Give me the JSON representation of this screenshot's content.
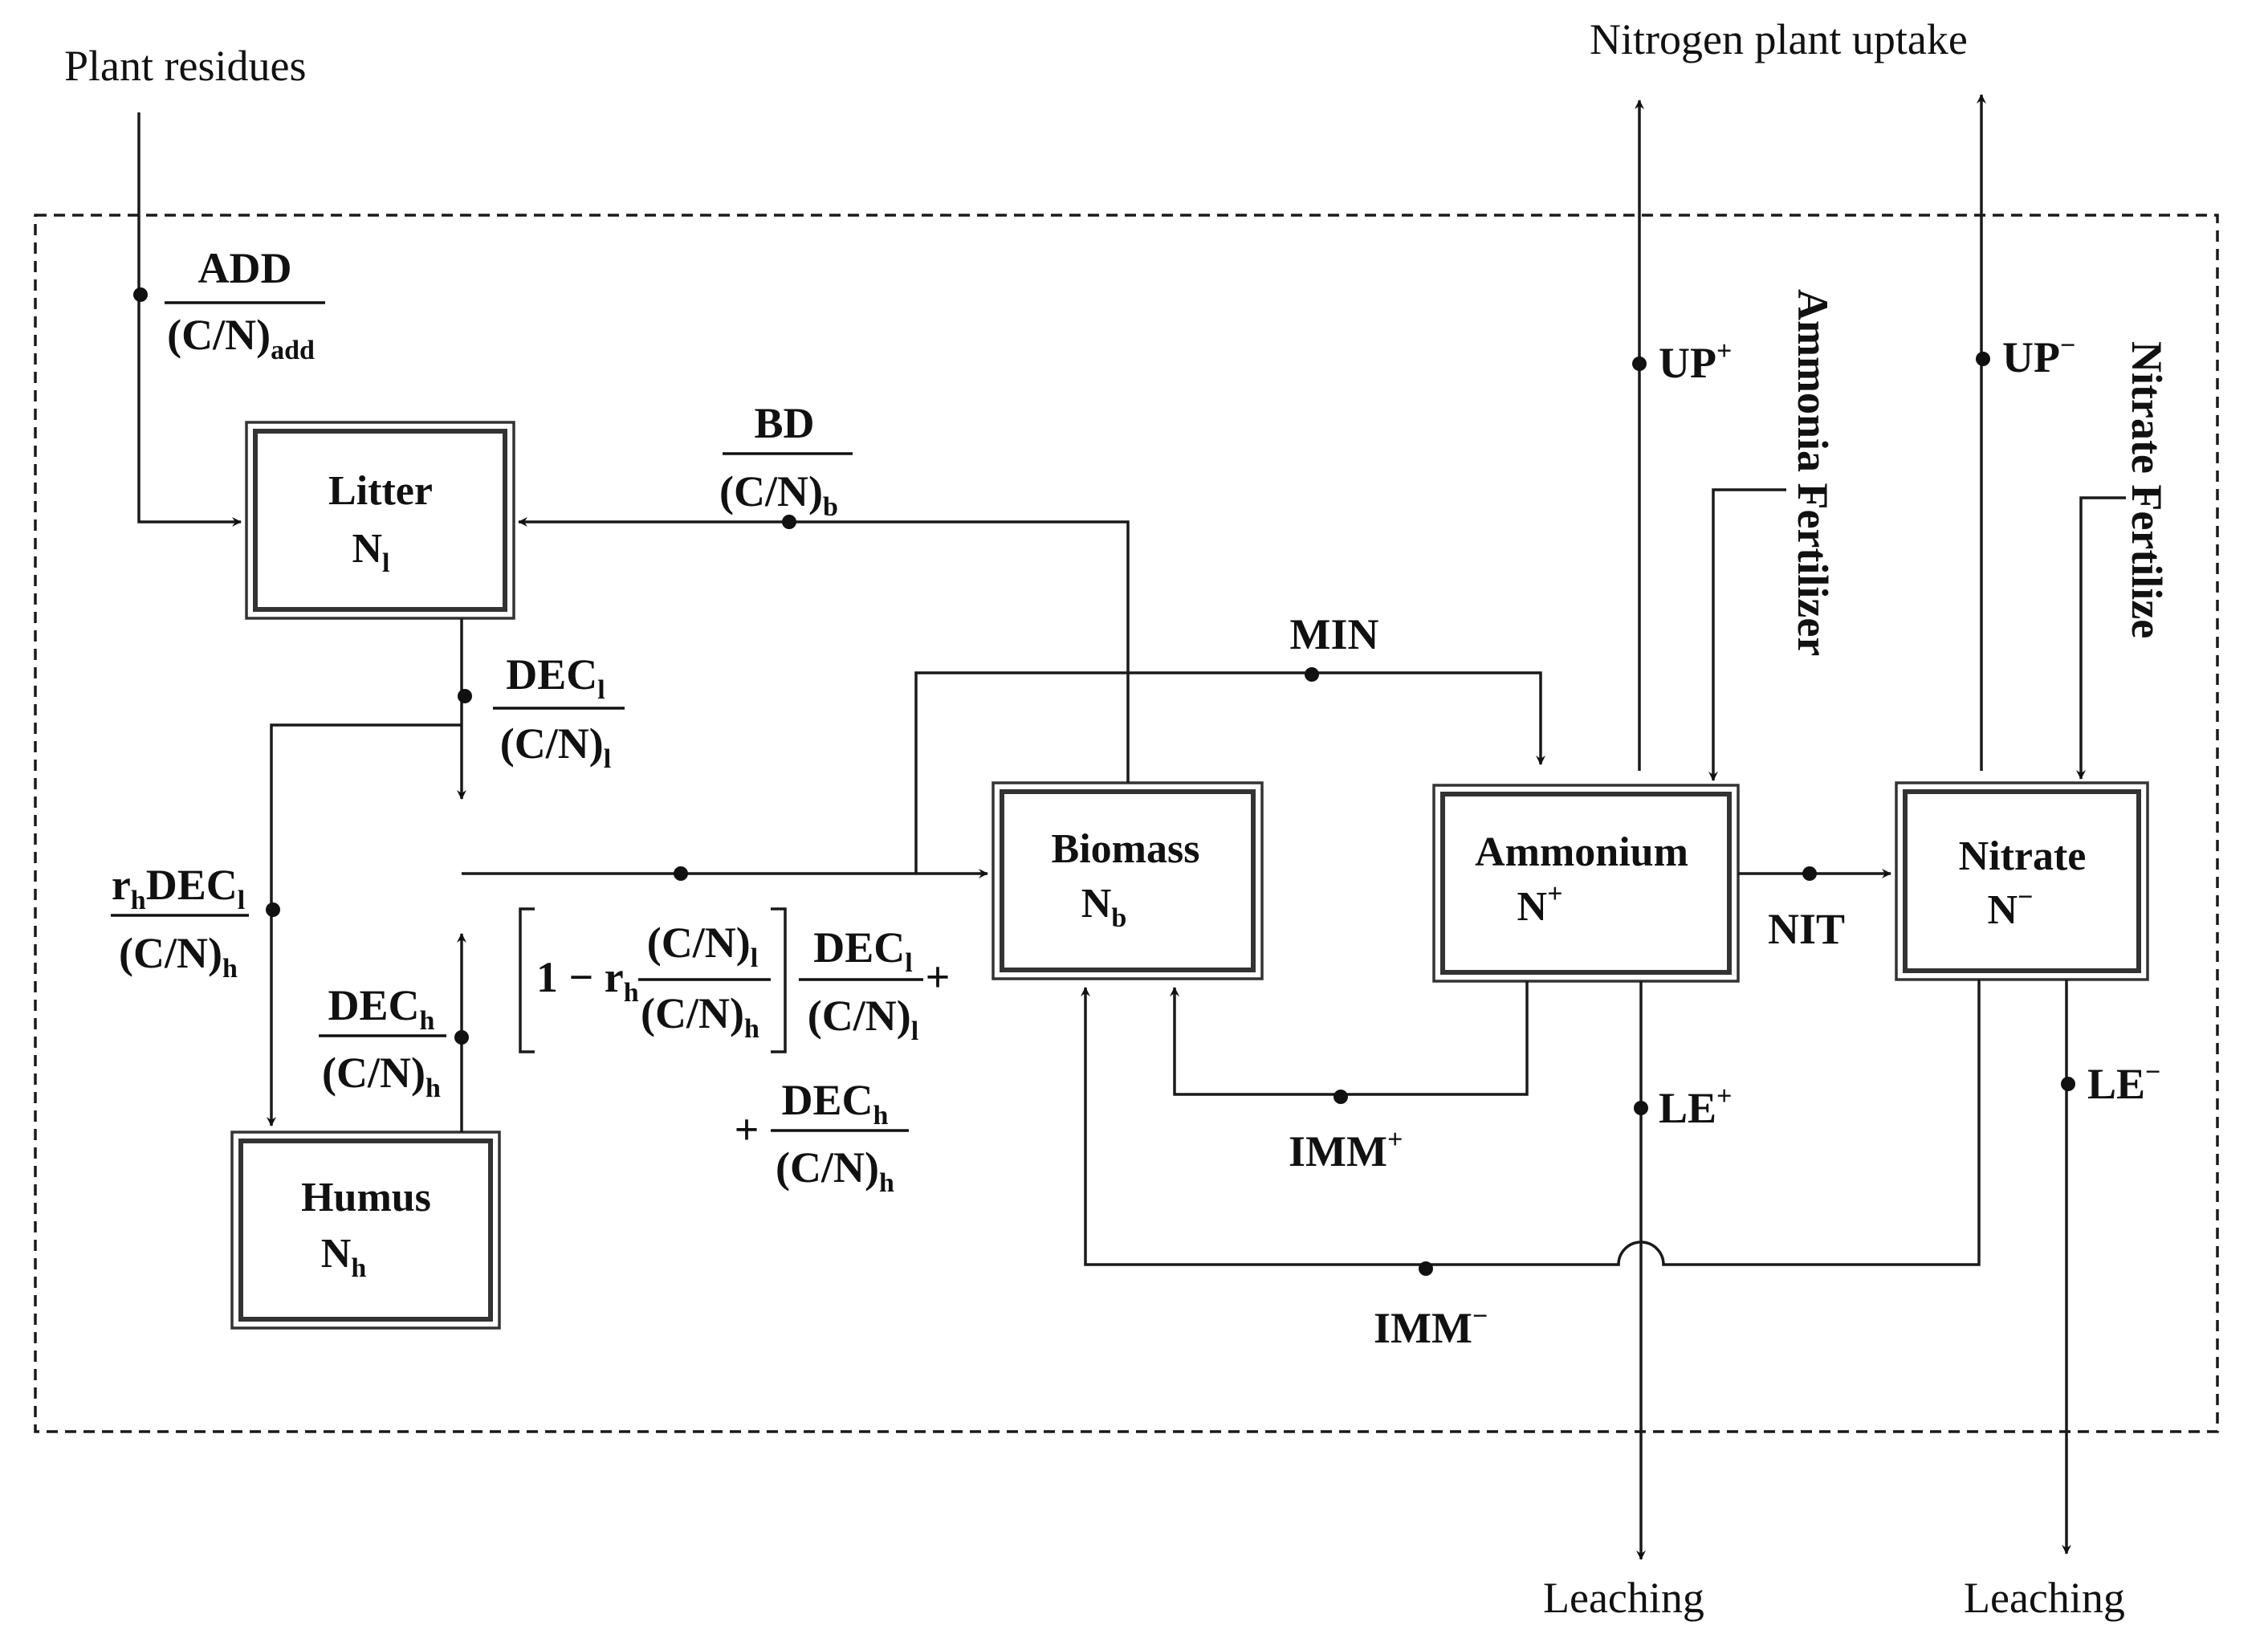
{
  "external": {
    "plant_residues": "Plant residues",
    "nitrogen_plant_uptake": "Nitrogen plant uptake",
    "leaching_left": "Leaching",
    "leaching_right": "Leaching",
    "ammonia_fertilizer": "Ammonia Fertilizer",
    "nitrate_fertilizer": "Nitrate Fertilize"
  },
  "pools": {
    "litter": {
      "name": "Litter",
      "symbol": "N",
      "sub": "l"
    },
    "humus": {
      "name": "Humus",
      "symbol": "N",
      "sub": "h"
    },
    "biomass": {
      "name": "Biomass",
      "symbol": "N",
      "sub": "b"
    },
    "ammonium": {
      "name": "Ammonium",
      "symbol": "N",
      "sup": "+"
    },
    "nitrate": {
      "name": "Nitrate",
      "symbol": "N",
      "sup": "−"
    }
  },
  "fluxes": {
    "add_num": "ADD",
    "add_den": "(C/N)",
    "add_den_sub": "add",
    "bd_num": "BD",
    "bd_den": "(C/N)",
    "bd_den_sub": "b",
    "decl_num": "DEC",
    "decl_num_sub": "l",
    "decl_den": "(C/N)",
    "decl_den_sub": "l",
    "rh_num_pre": "r",
    "rh_num_pre_sub": "h",
    "rh_num": "DEC",
    "rh_num_sub": "l",
    "rh_den": "(C/N)",
    "rh_den_sub": "h",
    "dech_num": "DEC",
    "dech_num_sub": "h",
    "dech_den": "(C/N)",
    "dech_den_sub": "h",
    "min": "MIN",
    "nit": "NIT",
    "up_plus": "UP",
    "up_plus_sup": "+",
    "up_minus": "UP",
    "up_minus_sup": "−",
    "le_plus": "LE",
    "le_plus_sup": "+",
    "le_minus": "LE",
    "le_minus_sup": "−",
    "imm_plus": "IMM",
    "imm_plus_sup": "+",
    "imm_minus": "IMM",
    "imm_minus_sup": "−"
  },
  "formula": {
    "one_minus": "1 − r",
    "one_minus_sub": "h",
    "frac1_num": "(C/N)",
    "frac1_num_sub": "l",
    "frac1_den": "(C/N)",
    "frac1_den_sub": "h",
    "frac2_num": "DEC",
    "frac2_num_sub": "l",
    "frac2_den": "(C/N)",
    "frac2_den_sub": "l",
    "plus1": "+",
    "plus2": "+",
    "frac3_num": "DEC",
    "frac3_num_sub": "h",
    "frac3_den": "(C/N)",
    "frac3_den_sub": "h"
  }
}
